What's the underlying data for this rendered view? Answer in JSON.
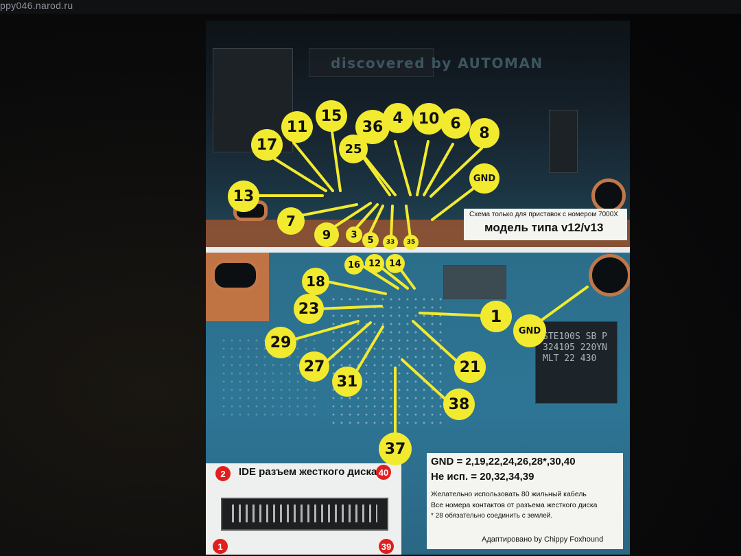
{
  "browser": {
    "url": "ppy046.narod.ru"
  },
  "photo": {
    "headline": "discovered by AUTOMAN",
    "top_callouts": [
      "13",
      "17",
      "11",
      "15",
      "36",
      "4",
      "10",
      "6",
      "8",
      "25",
      "GND",
      "7",
      "9",
      "3",
      "5",
      "33",
      "35"
    ],
    "bottom_callouts": [
      "16",
      "12",
      "14",
      "18",
      "23",
      "1",
      "GND",
      "29",
      "27",
      "31",
      "21",
      "38",
      "37"
    ],
    "top_note": {
      "line1": "Схема только для приставок с номером 7000X",
      "line2": "модель типа v12/v13"
    },
    "bottom_note": {
      "gnd": "GND = 2,19,22,24,26,28*,30,40",
      "unused": "Не исп. = 20,32,34,39",
      "line3": "Желательно использовать 80 жильный кабель",
      "line4": "Все номера контактов от разъема жесткого диска",
      "line5": "* 28 обязательно соединить с землей.",
      "credit": "Адаптировано by Chippy Foxhound"
    },
    "ide": {
      "title": "IDE разъем жесткого диска",
      "pins": [
        "2",
        "40",
        "1",
        "39"
      ]
    },
    "chip_text": "STE100S SB P324105 220YN MLT 22 430"
  }
}
